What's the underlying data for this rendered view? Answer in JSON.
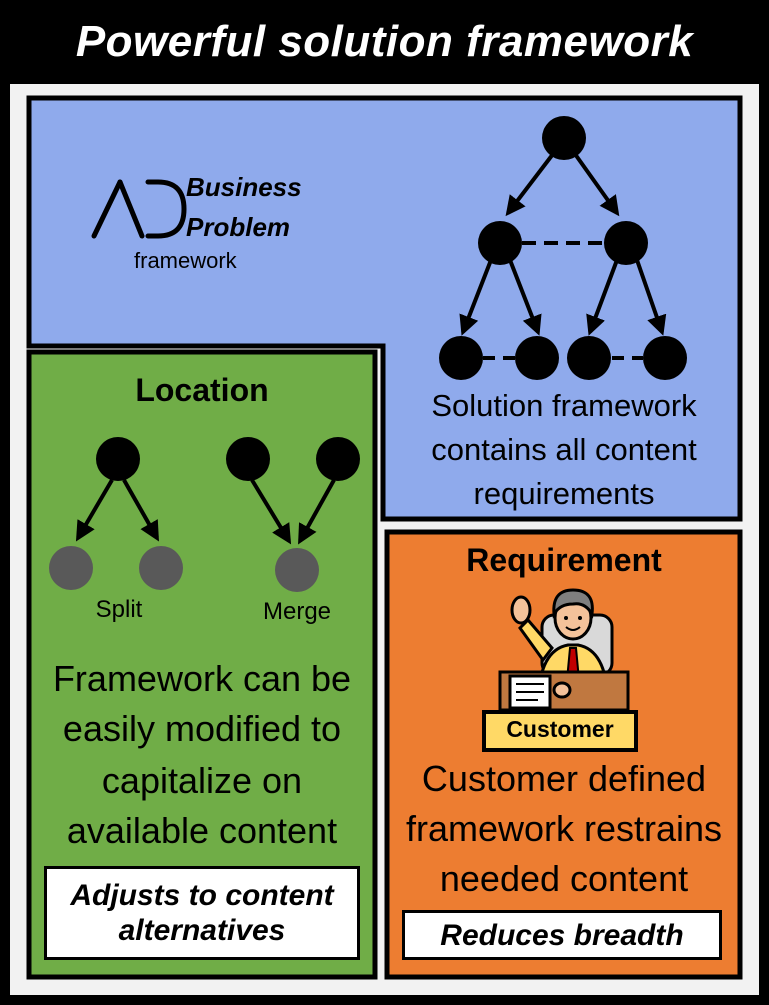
{
  "title": "Powerful solution framework",
  "colors": {
    "border": "#000000",
    "background": "#f2f2f2",
    "blue_panel": "#8faaec",
    "green_panel": "#70ad47",
    "orange_panel": "#ed7d31",
    "badge_yellow": "#ffd966",
    "node_dark": "#000000",
    "node_gray": "#595959"
  },
  "top_panel": {
    "logo_text_line1": "Business",
    "logo_text_line2": "Problem",
    "logo_subtext": "framework",
    "logo_icon": "ad-logo-icon",
    "description_lines": [
      "Solution framework",
      "contains all content",
      "requirements"
    ]
  },
  "location_panel": {
    "heading": "Location",
    "split_label": "Split",
    "merge_label": "Merge",
    "description_lines": [
      "Framework can be",
      "easily modified to",
      "capitalize on",
      "available content"
    ],
    "badge_lines": [
      "Adjusts to content",
      "alternatives"
    ]
  },
  "requirement_panel": {
    "heading": "Requirement",
    "customer_icon": "customer-person-icon",
    "customer_label": "Customer",
    "description_lines": [
      "Customer defined",
      "framework restrains",
      "needed content"
    ],
    "badge_text": "Reduces breadth"
  }
}
